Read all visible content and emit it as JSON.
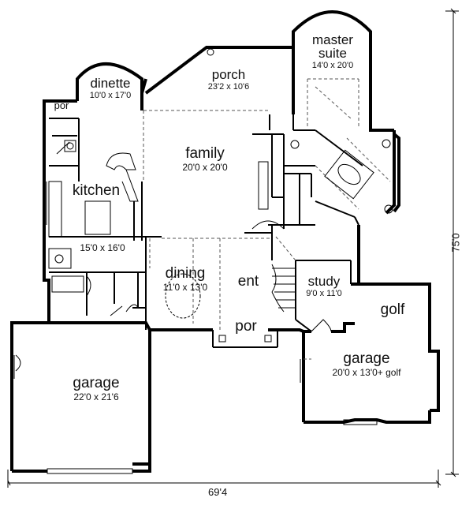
{
  "rooms": {
    "master_suite": {
      "name_line1": "master",
      "name_line2": "suite",
      "dims": "14'0 x 20'0"
    },
    "porch": {
      "name": "porch",
      "dims": "23'2 x 10'6"
    },
    "dinette": {
      "name": "dinette",
      "dims": "10'0 x 17'0"
    },
    "por_left": {
      "name": "por"
    },
    "family": {
      "name": "family",
      "dims": "20'0 x 20'0"
    },
    "kitchen": {
      "name": "kitchen",
      "dims": "15'0 x 16'0"
    },
    "dining": {
      "name": "dining",
      "dims": "11'0 x 13'0"
    },
    "ent": {
      "name": "ent"
    },
    "study": {
      "name": "study",
      "dims": "9'0 x 11'0"
    },
    "por_front": {
      "name": "por"
    },
    "golf": {
      "name": "golf"
    },
    "garage_right": {
      "name": "garage",
      "dims": "20'0 x 13'0+ golf"
    },
    "garage_left": {
      "name": "garage",
      "dims": "22'0 x 21'6"
    }
  },
  "dimensions": {
    "overall_width": "69'4",
    "overall_depth": "75'0"
  }
}
